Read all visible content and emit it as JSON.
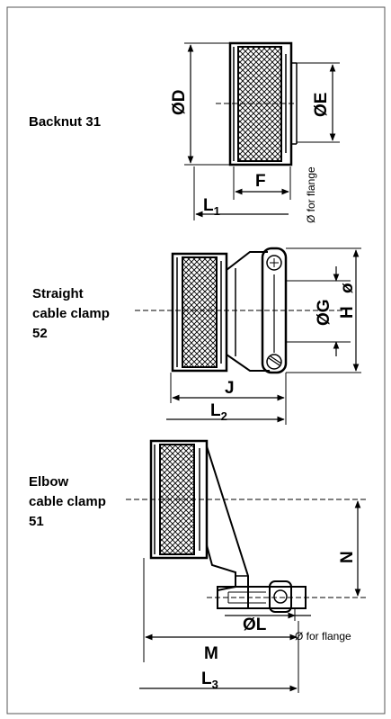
{
  "labels": {
    "backnut": "Backnut 31",
    "straight_line1": "Straight",
    "straight_line2": "cable clamp",
    "straight_line3": "52",
    "elbow_line1": "Elbow",
    "elbow_line2": "cable clamp",
    "elbow_line3": "51"
  },
  "dimensions": {
    "D": "ØD",
    "E": "ØE",
    "F": "F",
    "L1": "L",
    "L1_sub": "1",
    "G": "ØG",
    "H": "H",
    "H_phi": "ø",
    "J": "J",
    "L2": "L",
    "L2_sub": "2",
    "N": "N",
    "Lel": "ØL",
    "M": "M",
    "L3": "L",
    "L3_sub": "3"
  },
  "notes": {
    "flange_upper": "Ø for flange",
    "flange_lower": "Ø for flange"
  }
}
